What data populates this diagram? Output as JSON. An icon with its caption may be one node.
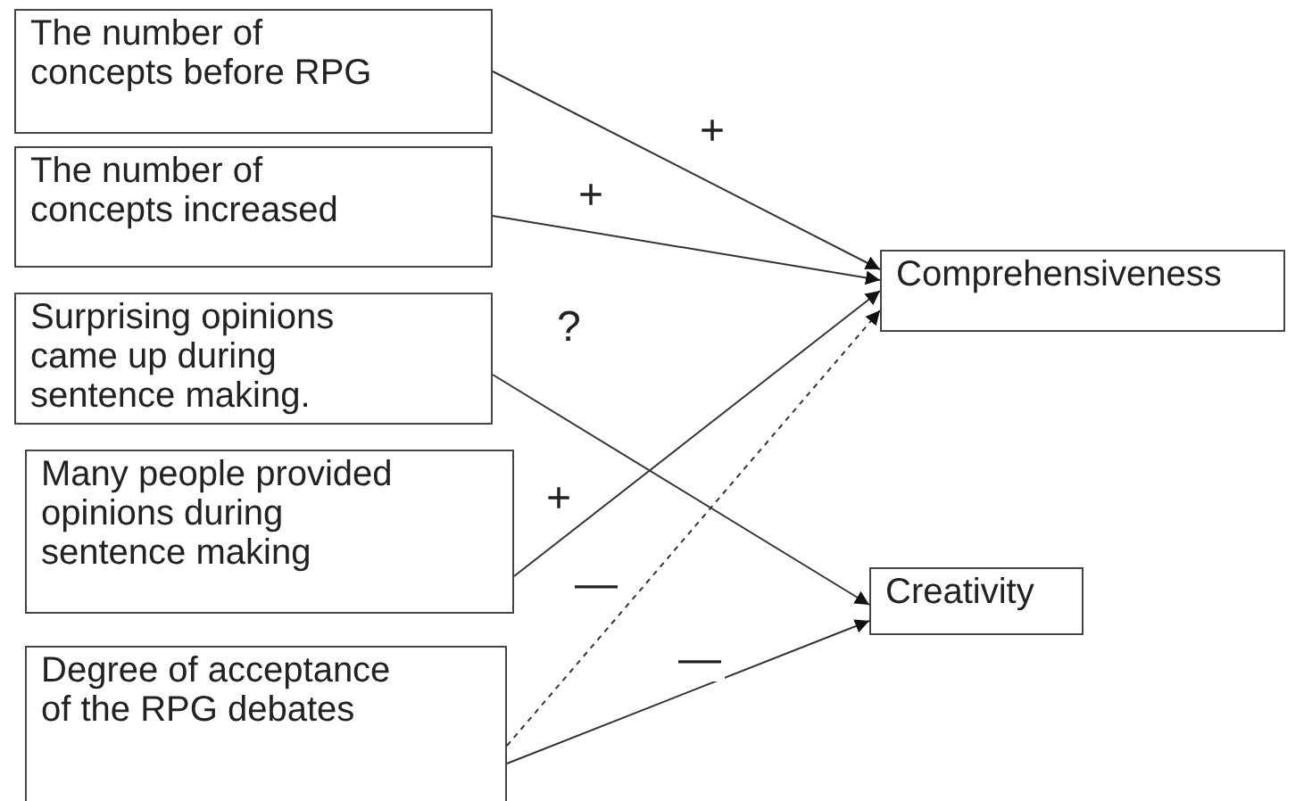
{
  "diagram": {
    "nodes": [
      {
        "text": [
          "The number of concepts before RPG"
        ]
      },
      {
        "text": [
          "The number of concepts increased"
        ]
      },
      {
        "text": [
          "Surprising opinions came up during sentence making."
        ]
      },
      {
        "text": [
          "Many people provided opinions during sentence making"
        ]
      },
      {
        "text": [
          "Degree of acceptance of the RPG debates"
        ]
      },
      {
        "text": [
          "Comprehensiveness"
        ]
      },
      {
        "text": [
          "Creativity"
        ]
      }
    ],
    "edges": [
      {
        "from": 0,
        "to": 5,
        "arrow": "to",
        "label": "+"
      },
      {
        "from": 1,
        "to": 5,
        "arrow": "to",
        "label": "+"
      },
      {
        "from": 2,
        "to": 6,
        "arrow": "to",
        "label": "?"
      },
      {
        "from": 3,
        "to": 5,
        "arrow": "to",
        "label": "+"
      },
      {
        "from": 4,
        "to": 5,
        "arrow": "to",
        "label": "—",
        "style": "dashed"
      },
      {
        "from": 4,
        "to": 6,
        "arrow": "to",
        "label": "—"
      }
    ]
  }
}
